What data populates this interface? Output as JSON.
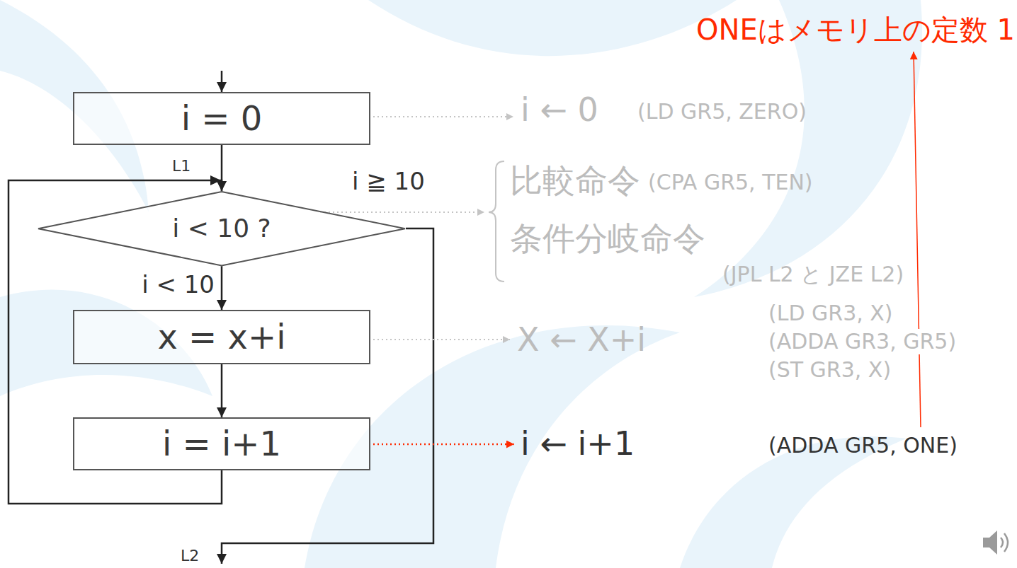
{
  "diagram": {
    "nodes": [
      {
        "text": [
          "i = 0"
        ]
      },
      {
        "text": [
          "i < 10 ?"
        ]
      },
      {
        "text": [
          "x = x+i"
        ]
      },
      {
        "text": [
          "i = i+1"
        ]
      }
    ],
    "edges": [
      {
        "from": 0,
        "to": 1,
        "arrow": "to"
      },
      {
        "from": 1,
        "to": 2,
        "arrow": "to",
        "label": "i < 10"
      },
      {
        "from": 2,
        "to": 3,
        "arrow": "to"
      },
      {
        "from": 3,
        "to": 1,
        "arrow": "to"
      }
    ],
    "labels": [
      "ONEはメモリ上の定数 1",
      "i ← 0",
      "(LD GR5, ZERO)",
      "比較命令",
      "(CPA GR5, TEN)",
      "条件分岐命令",
      "(JPL L2 と JZE L2)",
      "X ← X+i",
      "(LD GR3, X)",
      "(ADDA GR3, GR5)",
      "(ST GR3, X)",
      "i ← i+1",
      "(ADDA GR5, ONE)",
      "L1",
      "i ≧ 10",
      "L2"
    ]
  }
}
